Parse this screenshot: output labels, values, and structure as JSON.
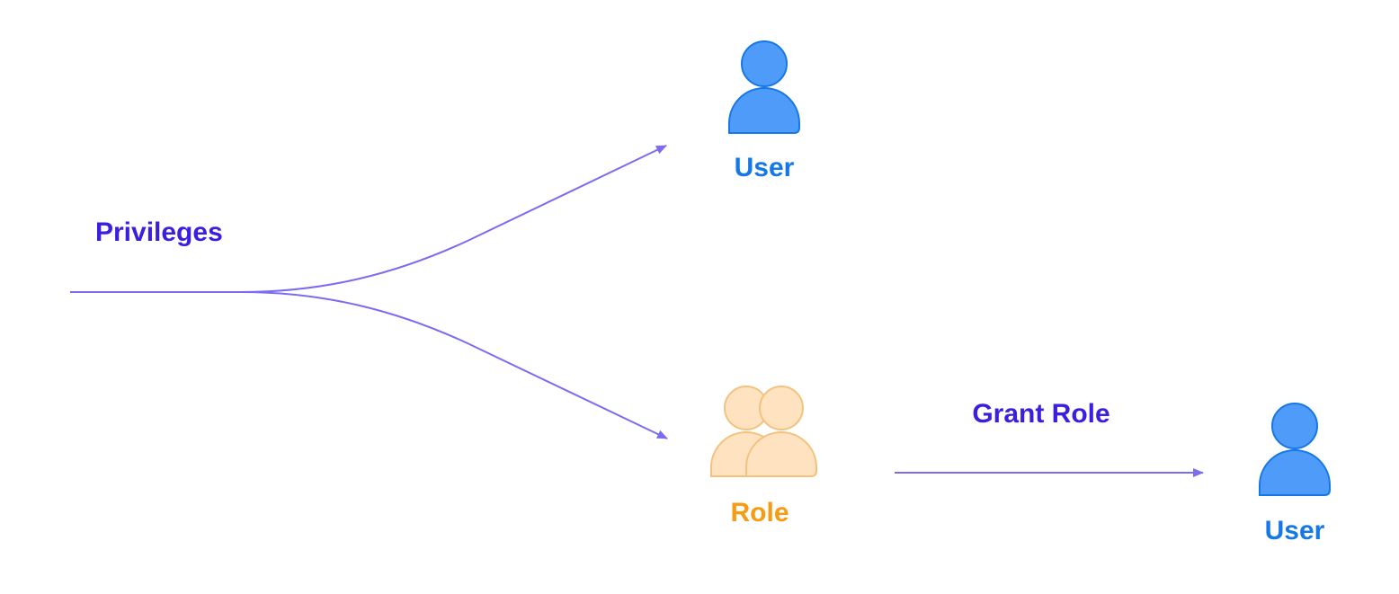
{
  "labels": {
    "privileges": "Privileges",
    "user_top": "User",
    "role": "Role",
    "grant_role": "Grant Role",
    "user_right": "User"
  },
  "icons": {
    "user_top": "user-icon",
    "role": "group-icon",
    "user_right": "user-icon"
  },
  "colors": {
    "arrow": "#7B6CF0",
    "label_privileges": "#3B1FE0",
    "label_user": "#1677E6",
    "label_role": "#F59C12",
    "user_fill": "#4F9BFA",
    "user_stroke": "#1677E6",
    "role_fill": "#FFE2C0",
    "role_stroke": "#F3C27E"
  }
}
